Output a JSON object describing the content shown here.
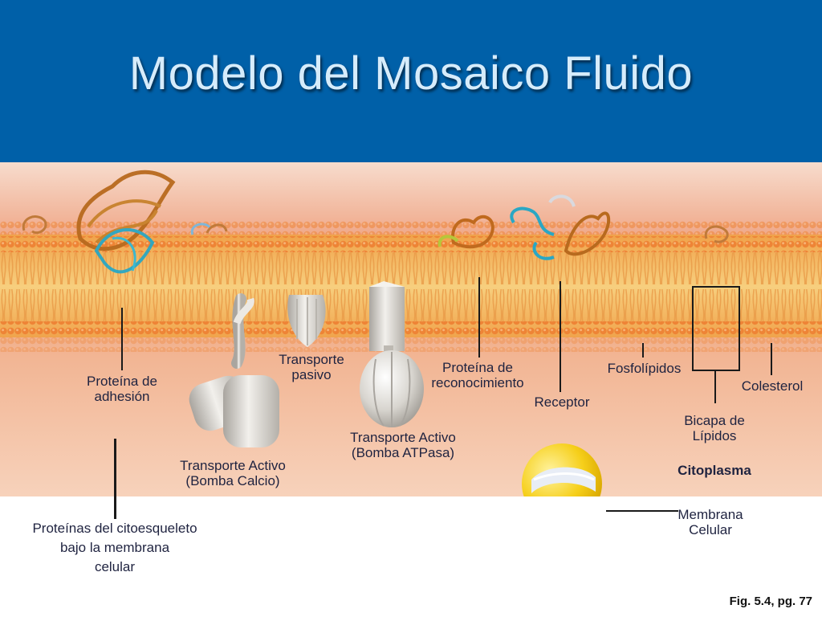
{
  "slide": {
    "title": "Modelo del Mosaico Fluido",
    "figure_ref": "Fig. 5.4, pg. 77"
  },
  "labels": {
    "adhesion": [
      "Proteína de",
      "adhesión"
    ],
    "pasivo": [
      "Transporte",
      "pasivo"
    ],
    "reconocimiento": [
      "Proteína de",
      "reconocimiento"
    ],
    "fosfolipidos": "Fosfolípidos",
    "colesterol": "Colesterol",
    "receptor": "Receptor",
    "bicapa": [
      "Bicapa de",
      "Lípidos"
    ],
    "citoplasma": "Citoplasma",
    "atpasa": [
      "Transporte Activo",
      "(Bomba ATPasa)"
    ],
    "calcio": [
      "Transporte Activo",
      "(Bomba Calcio)"
    ],
    "membrana": [
      "Membrana",
      "Celular"
    ],
    "citoesqueleto": [
      "Proteínas del citoesqueleto",
      "bajo la membrana",
      "celular"
    ]
  },
  "colors": {
    "header": "#0060a8",
    "title": "#d6ecfb",
    "extracellular": "#f2b79a",
    "lipid_heads": "#f08c3c",
    "lipid_tails": "#f5c26a",
    "cytoplasm": "#f4c3a3",
    "protein_gray": "#d9d6d0",
    "protein_brown": "#b86a1e",
    "protein_cyan": "#2aa7c4",
    "cell_yellow": "#f6cf1a"
  }
}
